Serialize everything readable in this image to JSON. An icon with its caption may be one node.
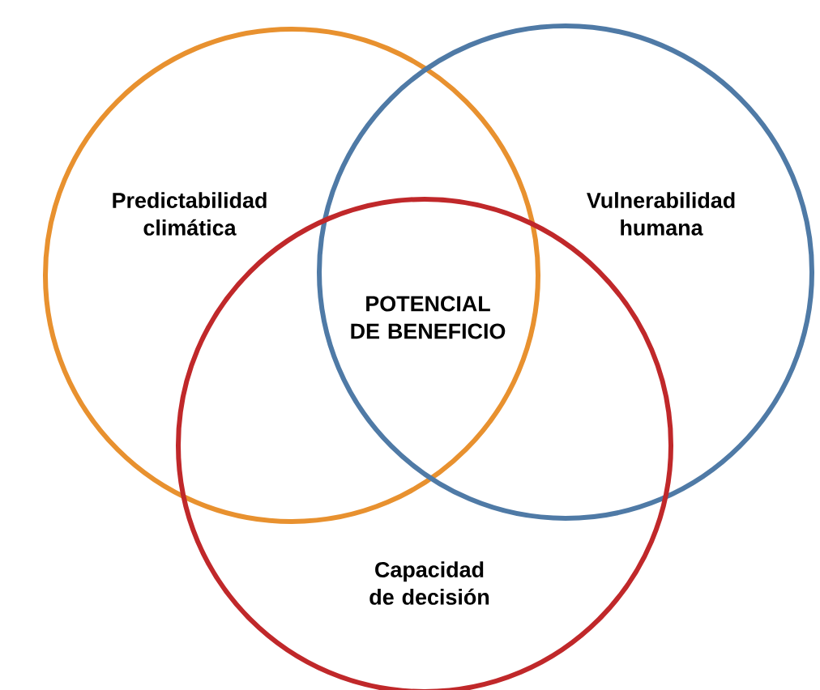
{
  "diagram": {
    "nodes": [
      {
        "text": [
          "Predictabilidad climática"
        ]
      },
      {
        "text": [
          "Vulnerabilidad humana"
        ]
      },
      {
        "text": [
          "Capacidad de decisión"
        ]
      }
    ],
    "labels": [
      "POTENCIAL DE BENEFICIO"
    ]
  }
}
